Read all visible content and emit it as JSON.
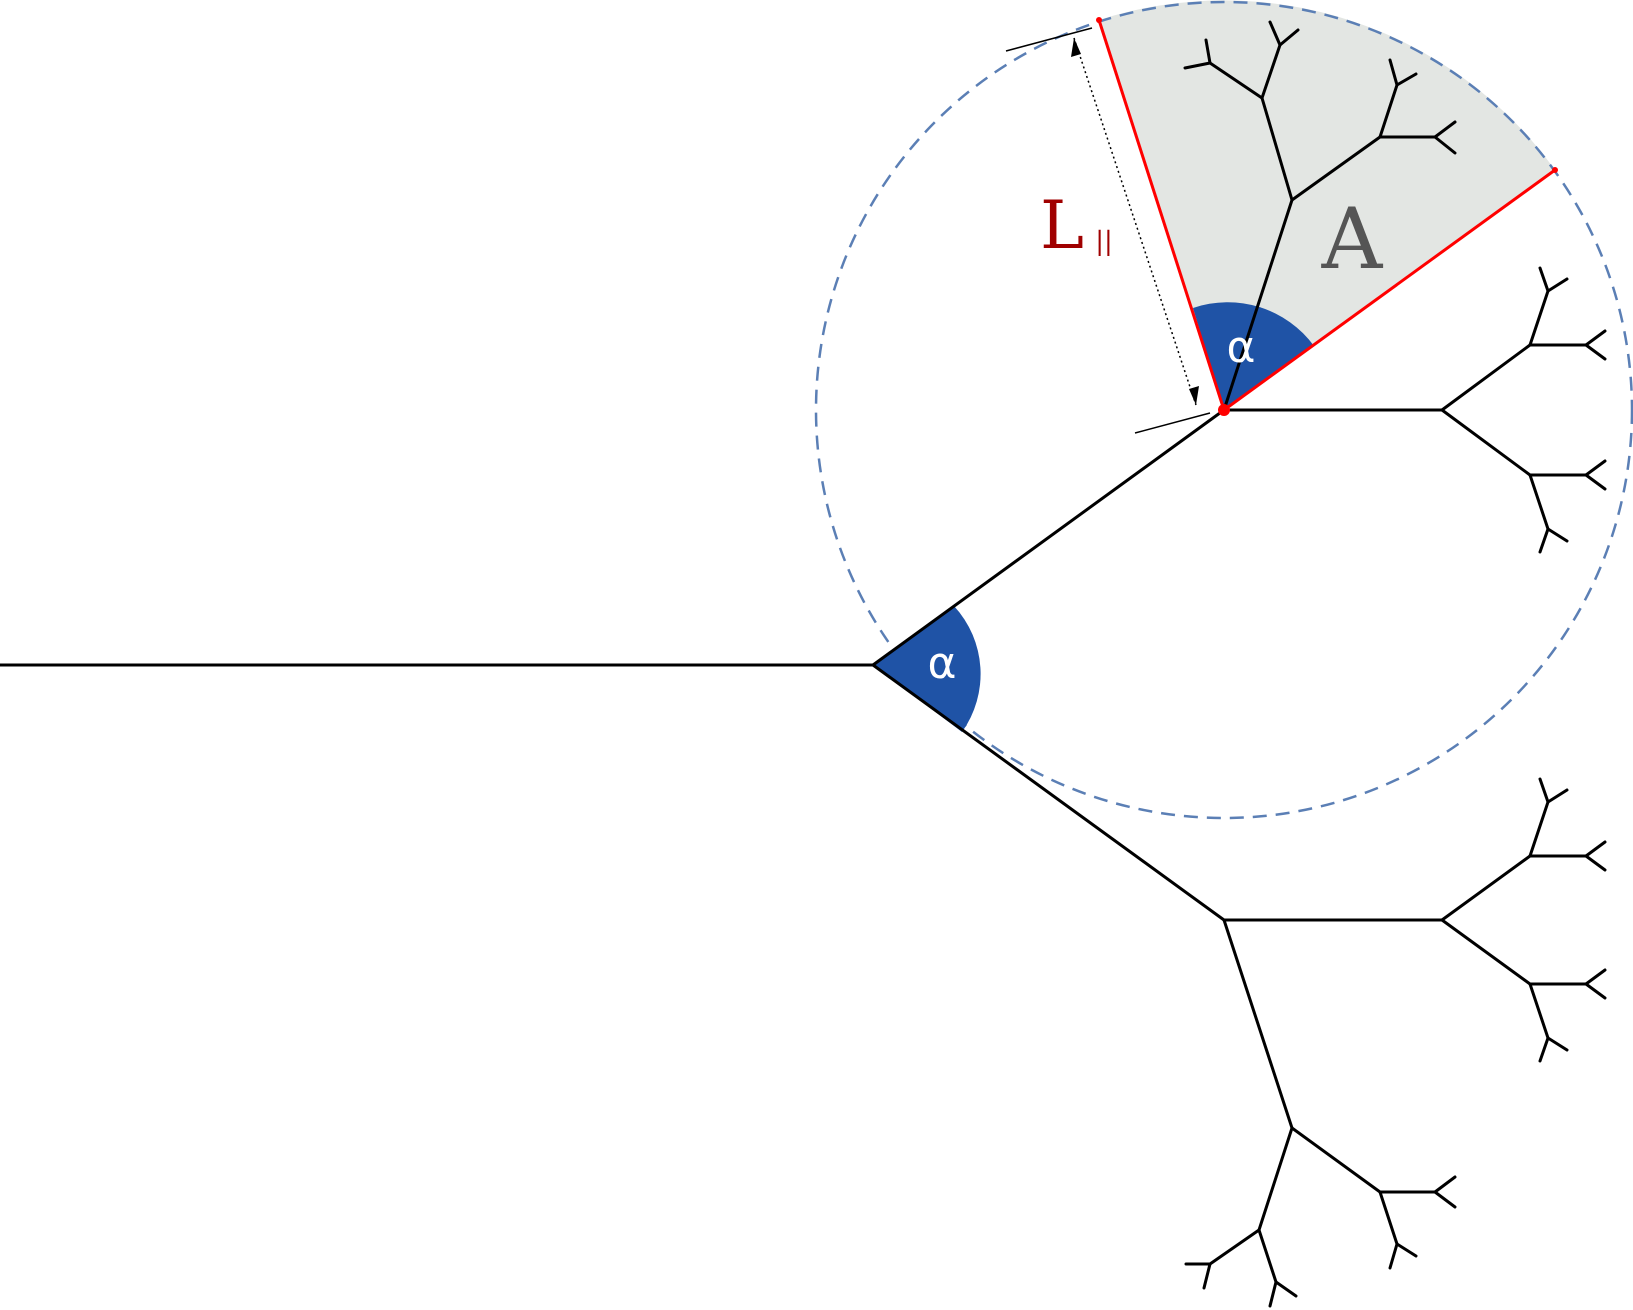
{
  "labels": {
    "angle_symbol": "α",
    "length_main": "L",
    "length_subscript": "||",
    "area": "A"
  },
  "colors": {
    "background": "#ffffff",
    "branch_line": "#000000",
    "angle_fill": "#1f53a6",
    "angle_text": "#ffffff",
    "sector_fill": "#e3e6e3",
    "sector_edge": "#ff0000",
    "dashed_circle": "#5b7fb5",
    "length_label": "#a00000",
    "area_label": "#555555",
    "vertex_dot": "#ff0000"
  }
}
